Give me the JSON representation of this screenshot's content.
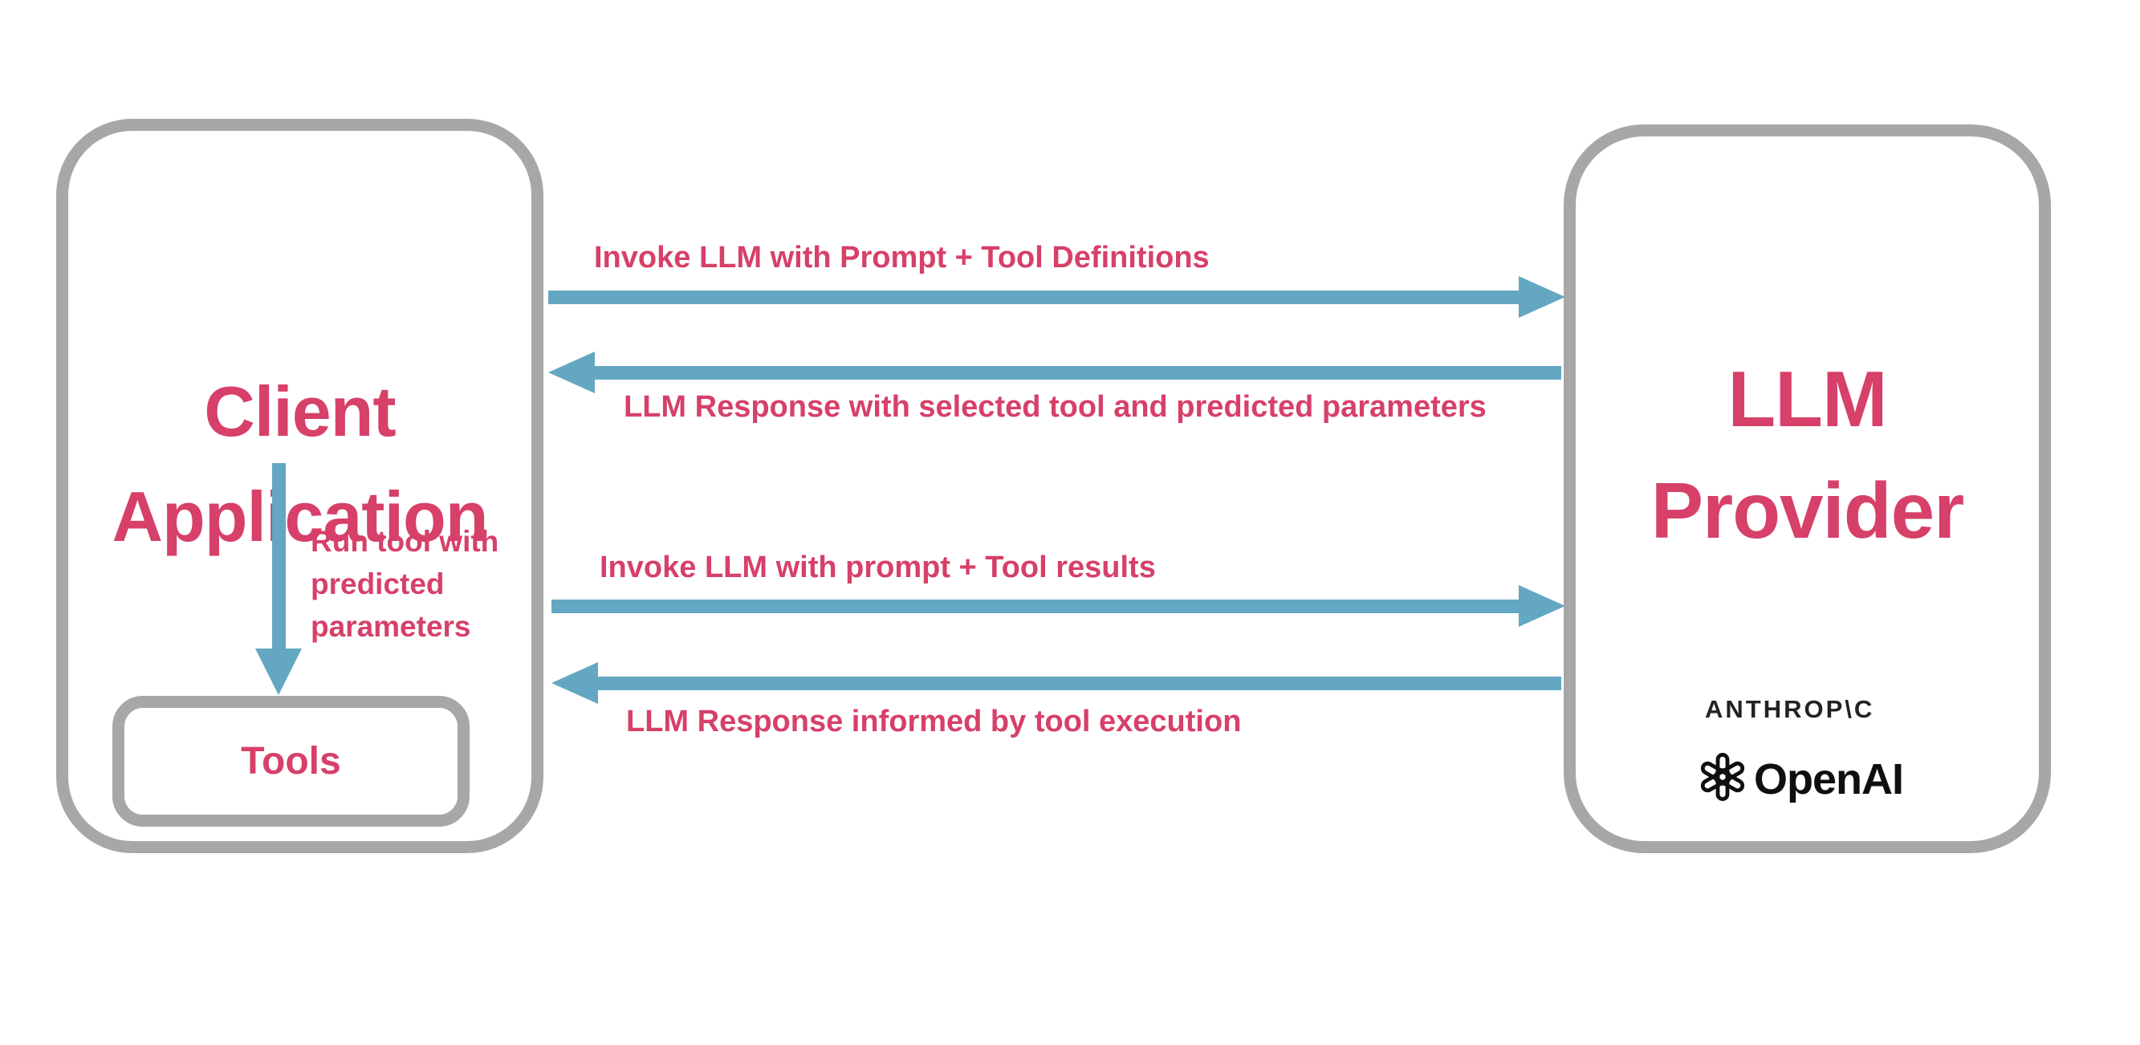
{
  "colors": {
    "pink": "#d64069",
    "blue": "#63a7c2",
    "border_gray": "#a7a7a7",
    "logo_text": "#1f1f1f",
    "background": "#ffffff"
  },
  "client_box": {
    "title_line1": "Client",
    "title_line2": "Application",
    "run_tool_label": "Run tool with\npredicted\nparameters",
    "tools_box_label": "Tools"
  },
  "llm_box": {
    "title_line1": "LLM",
    "title_line2": "Provider",
    "providers": [
      {
        "label": "ANTHROP\\C",
        "icon": "anthropic-wordmark"
      },
      {
        "label": "OpenAI",
        "icon": "openai-flower-logo"
      }
    ]
  },
  "flows": [
    {
      "direction": "right",
      "label": "Invoke LLM with Prompt + Tool Definitions"
    },
    {
      "direction": "left",
      "label": "LLM Response with selected tool and predicted parameters"
    },
    {
      "direction": "right",
      "label": "Invoke LLM with prompt + Tool results"
    },
    {
      "direction": "left",
      "label": "LLM Response informed by tool execution"
    }
  ]
}
